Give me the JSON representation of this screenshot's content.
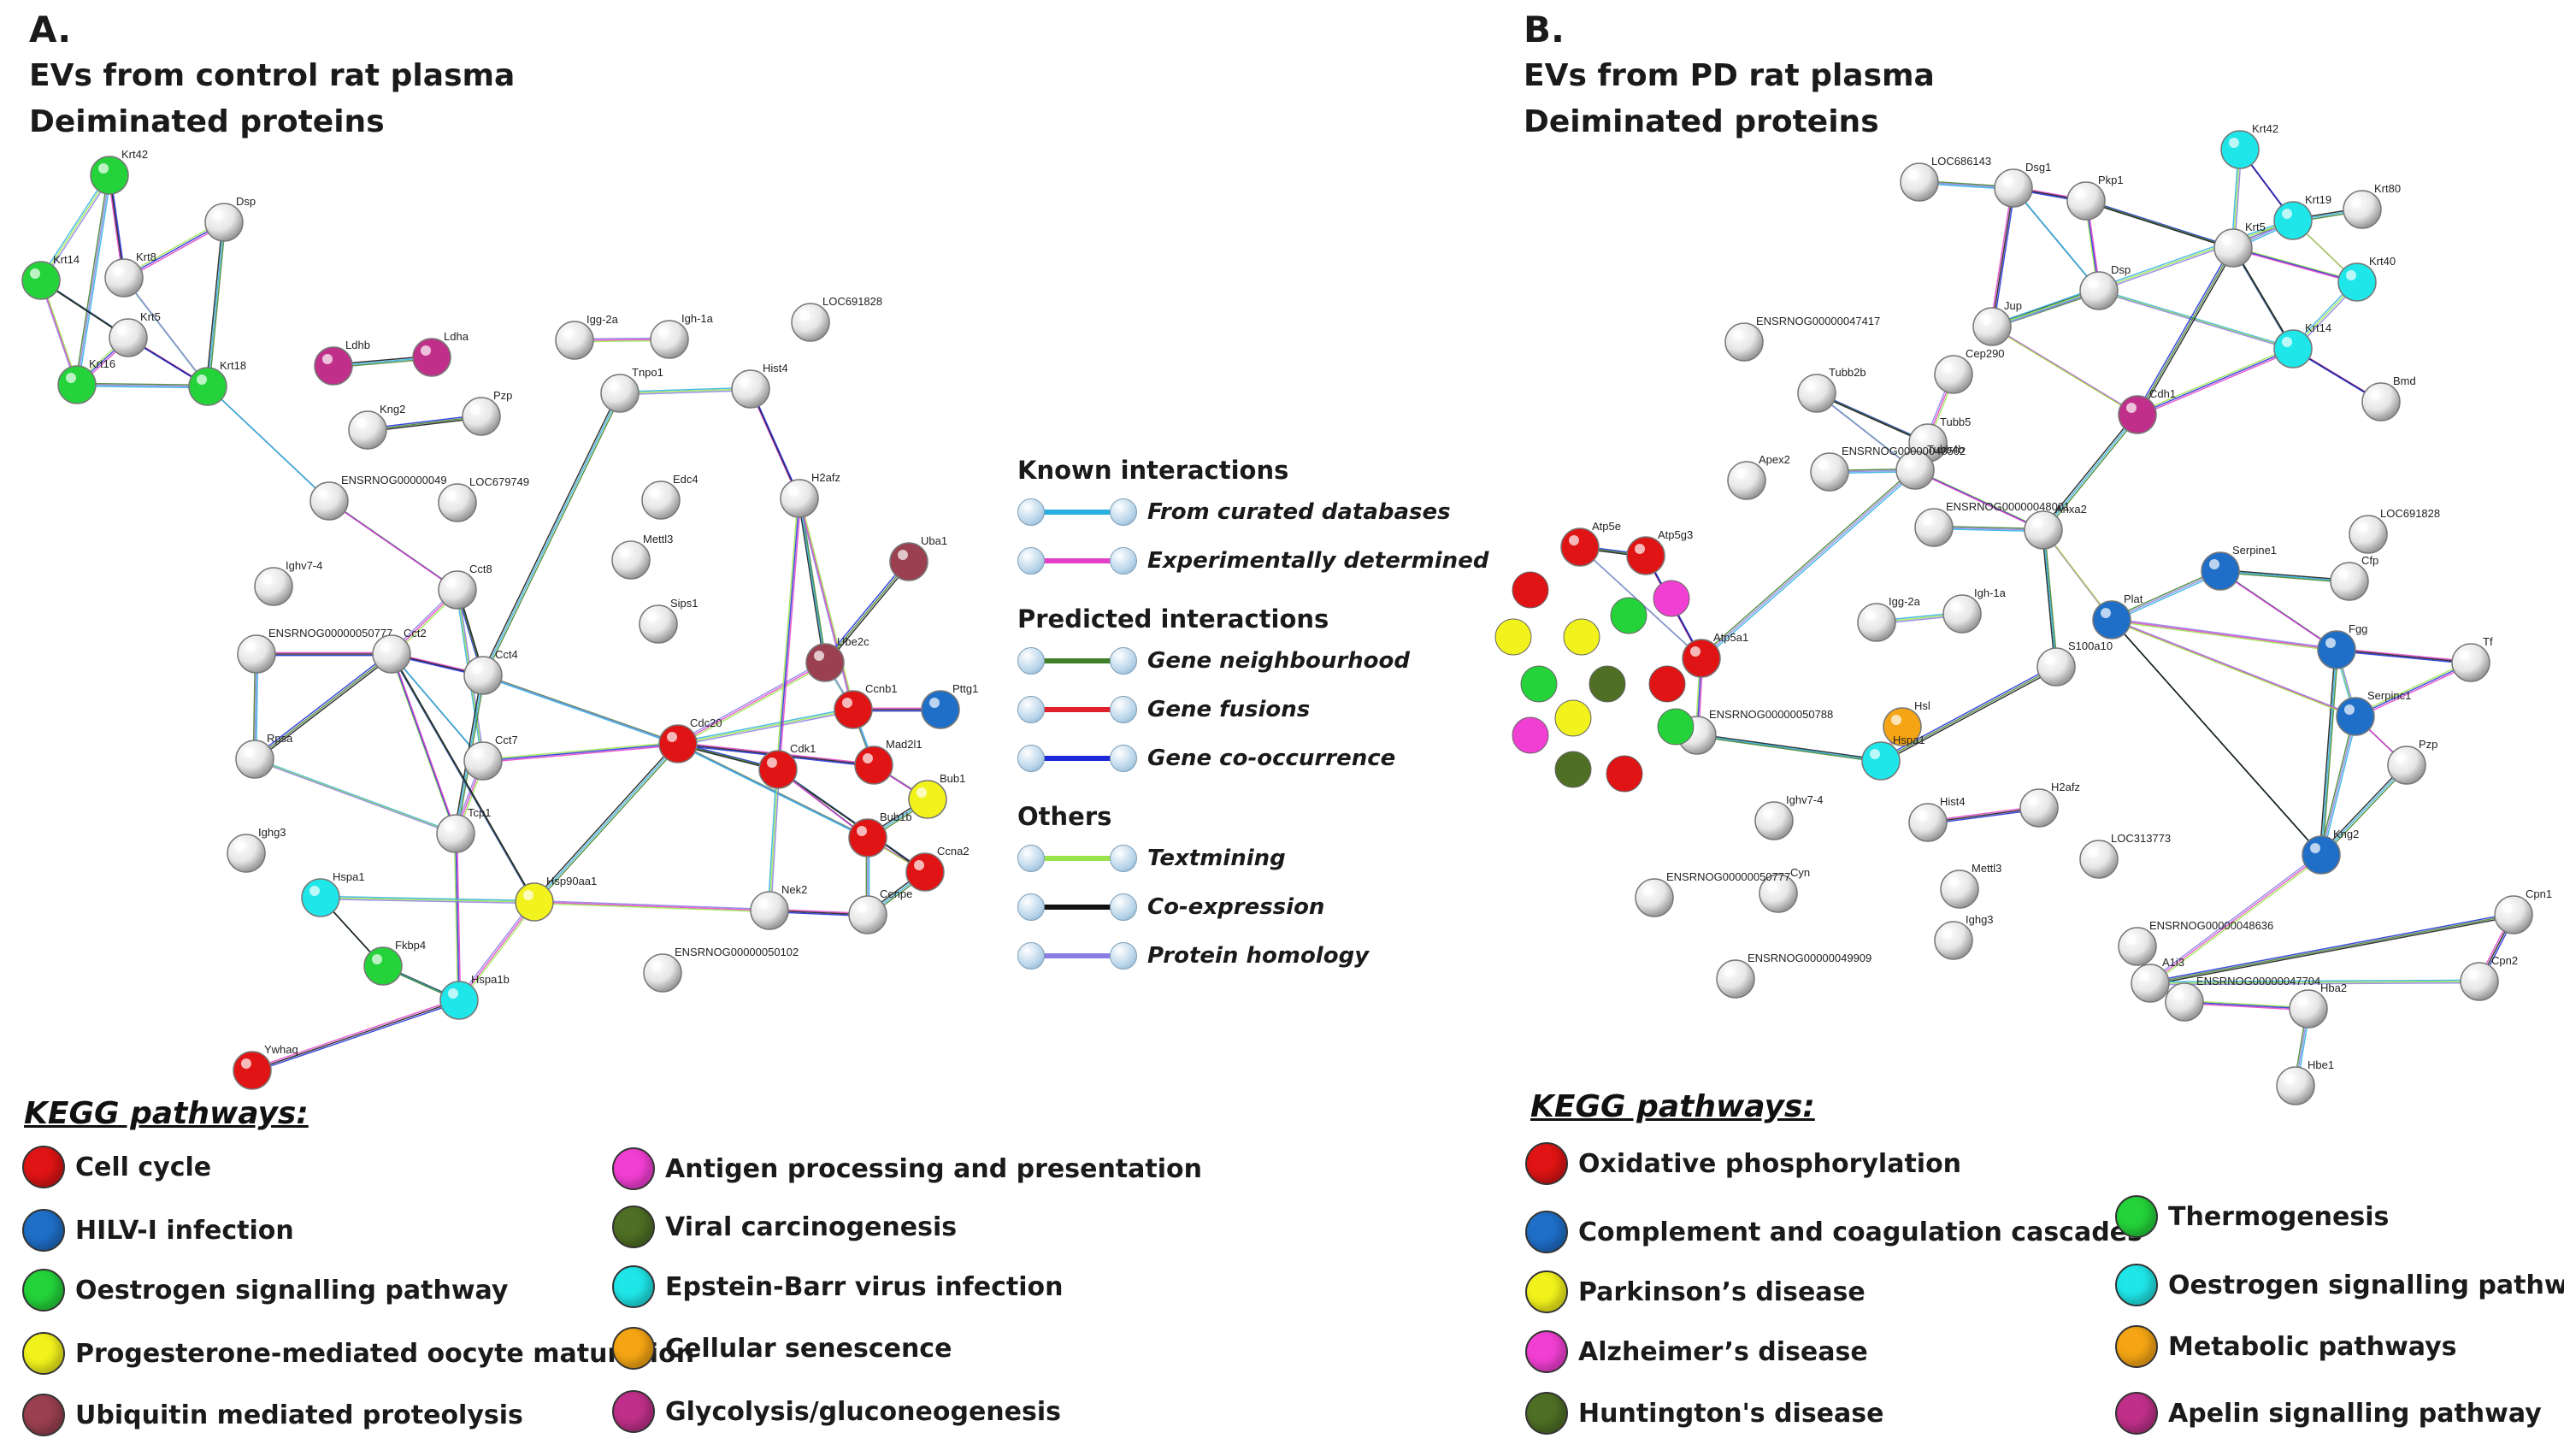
{
  "panel_a": {
    "letter": "A.",
    "line1": "EVs from control rat plasma",
    "line2": "Deiminated proteins"
  },
  "panel_b": {
    "letter": "B.",
    "line1": "EVs from PD rat plasma",
    "line2": "Deiminated proteins"
  },
  "legend": {
    "known_heading": "Known interactions",
    "known": [
      {
        "label": "From curated databases",
        "color": "#2ab0e0"
      },
      {
        "label": "Experimentally  determined",
        "color": "#e23fc6"
      }
    ],
    "predicted_heading": "Predicted interactions",
    "predicted": [
      {
        "label": "Gene neighbourhood",
        "color": "#3f7f2a"
      },
      {
        "label": "Gene fusions",
        "color": "#e0202a"
      },
      {
        "label": "Gene co-occurrence",
        "color": "#1c2ad8"
      }
    ],
    "others_heading": "Others",
    "others": [
      {
        "label": "Textmining",
        "color": "#9be34a"
      },
      {
        "label": "Co-expression",
        "color": "#111111"
      },
      {
        "label": "Protein homology",
        "color": "#8a7ee6"
      }
    ]
  },
  "kegg_a": {
    "title": "KEGG pathways:",
    "items": [
      {
        "label": "Cell cycle",
        "color": "#e01414"
      },
      {
        "label": "HILV-I infection",
        "color": "#1f6fc9"
      },
      {
        "label": "Oestrogen signalling pathway",
        "color": "#24d33a"
      },
      {
        "label": "Progesterone-mediated oocyte maturation",
        "color": "#f2f21c"
      },
      {
        "label": "Ubiquitin mediated proteolysis",
        "color": "#9a4050"
      },
      {
        "label": "Antigen processing and presentation",
        "color": "#f23fd3"
      },
      {
        "label": "Viral carcinogenesis",
        "color": "#4f6f24"
      },
      {
        "label": "Epstein-Barr virus infection",
        "color": "#1fe6e8"
      },
      {
        "label": "Cellular senescence",
        "color": "#f5a514"
      },
      {
        "label": "Glycolysis/gluconeogenesis",
        "color": "#c0308a"
      }
    ]
  },
  "kegg_b": {
    "title": "KEGG pathways:",
    "items": [
      {
        "label": "Oxidative phosphorylation",
        "color": "#e01414"
      },
      {
        "label": "Complement and coagulation cascades",
        "color": "#1f6fc9"
      },
      {
        "label": "Parkinson’s disease",
        "color": "#f2f21c"
      },
      {
        "label": "Alzheimer’s disease",
        "color": "#f23fd3"
      },
      {
        "label": "Huntington's disease",
        "color": "#4f6f24"
      },
      {
        "label": "Thermogenesis",
        "color": "#24d33a"
      },
      {
        "label": "Oestrogen signalling pathway",
        "color": "#1fe6e8"
      },
      {
        "label": "Metabolic pathways",
        "color": "#f5a514"
      },
      {
        "label": "Apelin signalling pathway",
        "color": "#c0308a"
      }
    ]
  },
  "network_a": {
    "nodes": [
      {
        "id": "Krt42",
        "color": "#24d33a"
      },
      {
        "id": "Dsp",
        "color": ""
      },
      {
        "id": "Krt14",
        "color": "#24d33a"
      },
      {
        "id": "Krt8",
        "color": ""
      },
      {
        "id": "Krt5",
        "color": ""
      },
      {
        "id": "Krt16",
        "color": "#24d33a"
      },
      {
        "id": "Krt18",
        "color": "#24d33a"
      },
      {
        "id": "Ldhb",
        "color": "#c0308a"
      },
      {
        "id": "Ldha",
        "color": "#c0308a"
      },
      {
        "id": "Igg-2a",
        "color": ""
      },
      {
        "id": "Igh-1a",
        "color": ""
      },
      {
        "id": "LOC691828",
        "color": ""
      },
      {
        "id": "Kng2",
        "color": ""
      },
      {
        "id": "Pzp",
        "color": ""
      },
      {
        "id": "Tnpo1",
        "color": ""
      },
      {
        "id": "Hist4",
        "color": ""
      },
      {
        "id": "ENSRNOG00000049",
        "color": ""
      },
      {
        "id": "LOC679749",
        "color": ""
      },
      {
        "id": "Edc4",
        "color": ""
      },
      {
        "id": "Mettl3",
        "color": ""
      },
      {
        "id": "H2afz",
        "color": ""
      },
      {
        "id": "Uba1",
        "color": "#9a4050"
      },
      {
        "id": "Ighv7-4",
        "color": ""
      },
      {
        "id": "Cct8",
        "color": ""
      },
      {
        "id": "Sips1",
        "color": ""
      },
      {
        "id": "ENSRNOG00000050777",
        "color": ""
      },
      {
        "id": "Cct2",
        "color": ""
      },
      {
        "id": "Ube2c",
        "color": "#9a4050"
      },
      {
        "id": "Cct4",
        "color": ""
      },
      {
        "id": "Rpsa",
        "color": ""
      },
      {
        "id": "Cdc20",
        "color": "#e01414"
      },
      {
        "id": "Ccnb1",
        "color": "#e01414"
      },
      {
        "id": "Pttg1",
        "color": "#1f6fc9"
      },
      {
        "id": "Cct7",
        "color": ""
      },
      {
        "id": "Mad2l1",
        "color": "#e01414"
      },
      {
        "id": "Bub1",
        "color": "#f2f21c"
      },
      {
        "id": "Tcp1",
        "color": ""
      },
      {
        "id": "Ighg3",
        "color": ""
      },
      {
        "id": "Cdk1",
        "color": "#e01414"
      },
      {
        "id": "Bub1b",
        "color": "#e01414"
      },
      {
        "id": "Ccna2",
        "color": "#e01414"
      },
      {
        "id": "Hspa1",
        "color": "#1fe6e8"
      },
      {
        "id": "Hsp90aa1",
        "color": "#f2f21c"
      },
      {
        "id": "Fkbp4",
        "color": "#24d33a"
      },
      {
        "id": "Hspa1b",
        "color": "#1fe6e8"
      },
      {
        "id": "Cenpe",
        "color": ""
      },
      {
        "id": "Nek2",
        "color": ""
      },
      {
        "id": "ENSRNOG00000050102",
        "color": ""
      },
      {
        "id": "Ywhaq",
        "color": "#e01414"
      }
    ]
  },
  "network_b": {
    "nodes": [
      {
        "id": "Krt42",
        "color": "#1fe6e8"
      },
      {
        "id": "LOC686143",
        "color": ""
      },
      {
        "id": "Dsg1",
        "color": ""
      },
      {
        "id": "Pkp1",
        "color": ""
      },
      {
        "id": "Krt5",
        "color": ""
      },
      {
        "id": "Krt19",
        "color": "#1fe6e8"
      },
      {
        "id": "Krt80",
        "color": ""
      },
      {
        "id": "Krt40",
        "color": "#1fe6e8"
      },
      {
        "id": "Dsp",
        "color": ""
      },
      {
        "id": "Jup",
        "color": ""
      },
      {
        "id": "Krt14",
        "color": "#1fe6e8"
      },
      {
        "id": "ENSRNOG00000047417",
        "color": ""
      },
      {
        "id": "Cep290",
        "color": ""
      },
      {
        "id": "Cdh1",
        "color": "#c0308a"
      },
      {
        "id": "Tubb2b",
        "color": ""
      },
      {
        "id": "Bmd",
        "color": ""
      },
      {
        "id": "Tubb5",
        "color": ""
      },
      {
        "id": "Tubb4b",
        "color": ""
      },
      {
        "id": "ENSRNOG00000048502",
        "color": ""
      },
      {
        "id": "Apex2",
        "color": ""
      },
      {
        "id": "ENSRNOG00000048001",
        "color": ""
      },
      {
        "id": "Anxa2",
        "color": ""
      },
      {
        "id": "LOC691828",
        "color": ""
      },
      {
        "id": "Atp5e",
        "color": "#e01414"
      },
      {
        "id": "Atp5g3",
        "color": "#e01414"
      },
      {
        "id": "Serpine1",
        "color": "#1f6fc9"
      },
      {
        "id": "Cfp",
        "color": ""
      },
      {
        "id": "Igg-2a",
        "color": ""
      },
      {
        "id": "Igh-1a",
        "color": ""
      },
      {
        "id": "Plat",
        "color": "#1f6fc9"
      },
      {
        "id": "Atp5a1",
        "color": "#e01414"
      },
      {
        "id": "Fgg",
        "color": "#1f6fc9"
      },
      {
        "id": "S100a10",
        "color": ""
      },
      {
        "id": "Tf",
        "color": ""
      },
      {
        "id": "ENSRNOG00000050788",
        "color": ""
      },
      {
        "id": "Hsl",
        "color": "#f5a514"
      },
      {
        "id": "Hspa1",
        "color": "#1fe6e8"
      },
      {
        "id": "Serpinc1",
        "color": "#1f6fc9"
      },
      {
        "id": "Pzp",
        "color": ""
      },
      {
        "id": "Ighv7-4",
        "color": ""
      },
      {
        "id": "Hist4",
        "color": ""
      },
      {
        "id": "H2afz",
        "color": ""
      },
      {
        "id": "Cyn",
        "color": ""
      },
      {
        "id": "Mettl3",
        "color": ""
      },
      {
        "id": "LOC313773",
        "color": ""
      },
      {
        "id": "ENSRNOG00000050777",
        "color": ""
      },
      {
        "id": "Kng2",
        "color": "#1f6fc9"
      },
      {
        "id": "Ighg3",
        "color": ""
      },
      {
        "id": "ENSRNOG00000048636",
        "color": ""
      },
      {
        "id": "A1i3",
        "color": ""
      },
      {
        "id": "Cpn1",
        "color": ""
      },
      {
        "id": "ENSRNOG00000049909",
        "color": ""
      },
      {
        "id": "Cpn2",
        "color": ""
      },
      {
        "id": "ENSRNOG00000047704",
        "color": ""
      },
      {
        "id": "Hba2",
        "color": ""
      },
      {
        "id": "Hbe1",
        "color": ""
      }
    ]
  }
}
